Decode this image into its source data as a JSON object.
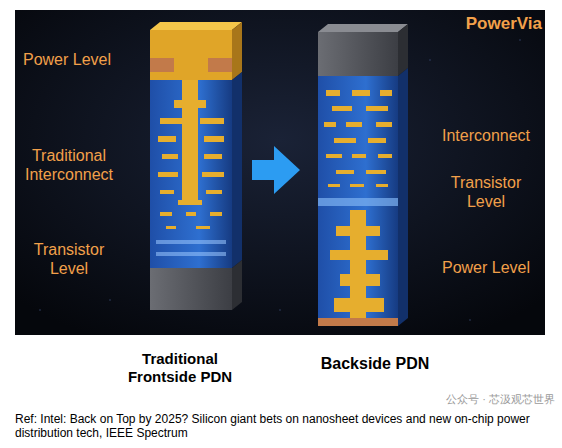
{
  "diagram": {
    "labels": [
      "PowerVia",
      "Power Level",
      "Traditional Interconnect",
      "Transistor Level",
      "Interconnect",
      "Transistor Level",
      "Power Level",
      "Traditional Frontside PDN",
      "Backside PDN",
      "Ref: Intel: Back on Top by 2025? Silicon giant bets on nanosheet devices and new on-chip power distribution tech, IEEE Spectrum",
      "公众号 · 芯汲观芯世界"
    ]
  }
}
